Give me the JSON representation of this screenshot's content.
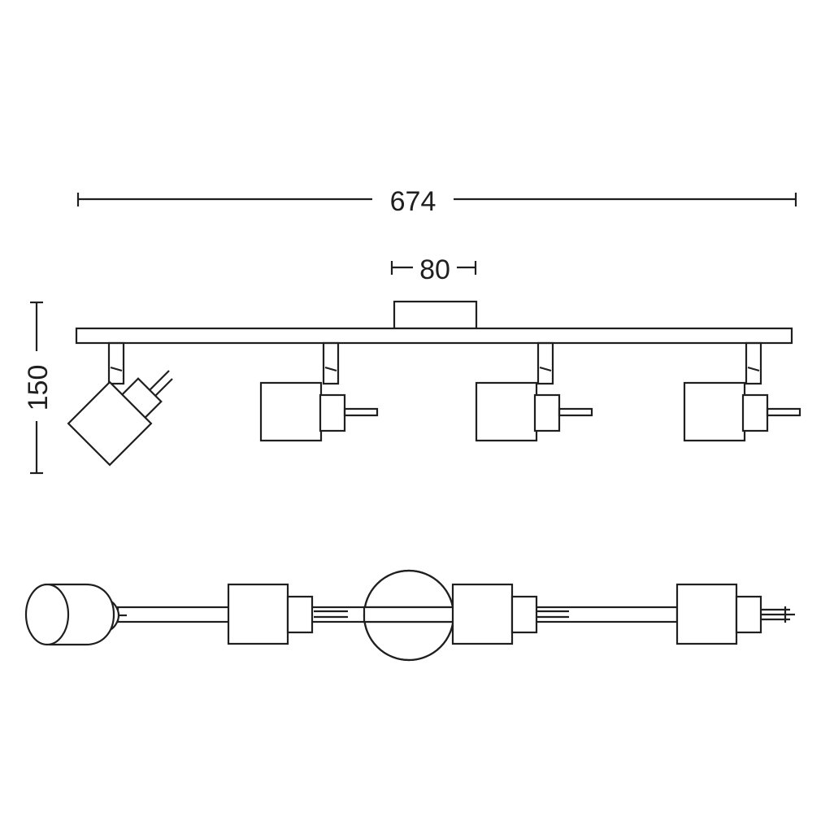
{
  "dimensions": {
    "total_length": "674",
    "canopy_width": "80",
    "height": "150"
  },
  "colors": {
    "line": "#1f1f1f",
    "background": "#ffffff"
  }
}
